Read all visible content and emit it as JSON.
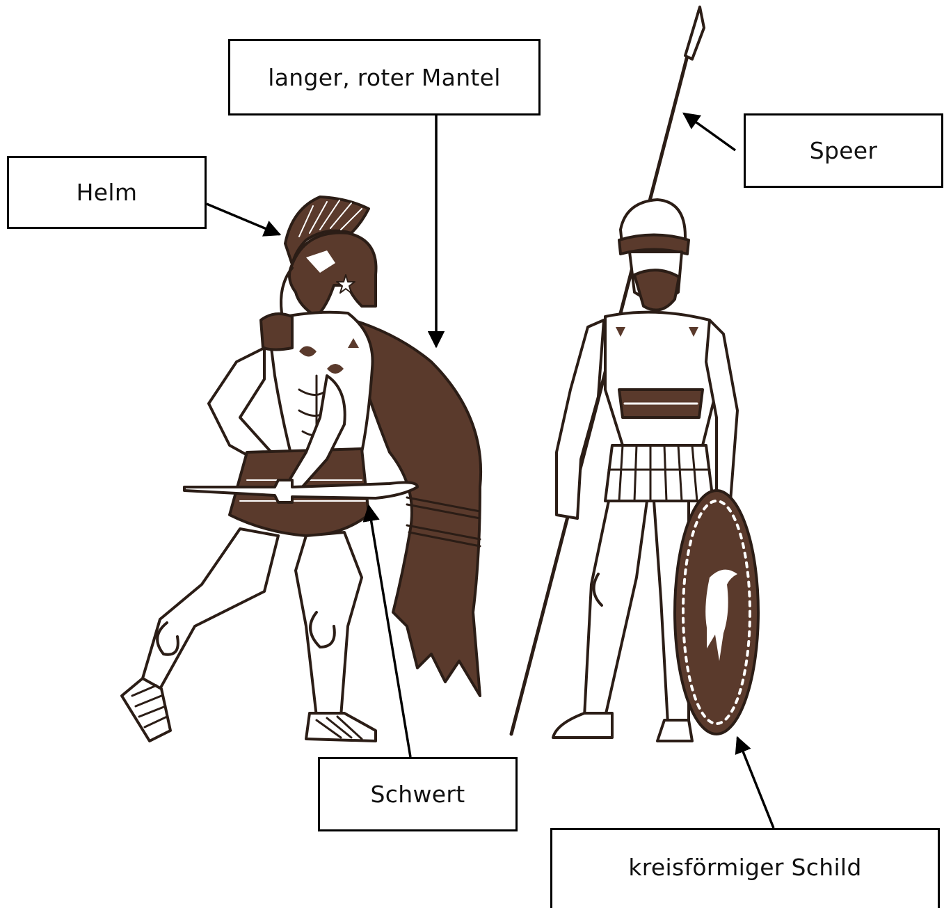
{
  "labels": {
    "helm": "Helm",
    "mantel": "langer, roter Mantel",
    "speer": "Speer",
    "schwert": "Schwert",
    "schild": "kreisförmiger Schild"
  },
  "colors": {
    "ink": "#000000",
    "cloak": "#5a3a2c",
    "paper": "#ffffff"
  }
}
